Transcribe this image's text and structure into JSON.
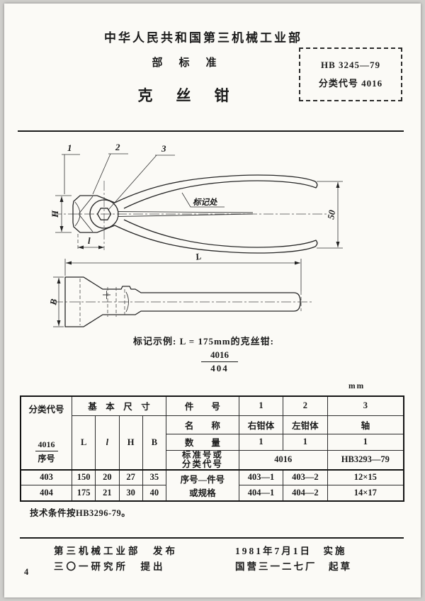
{
  "page": {
    "number": "4"
  },
  "header": {
    "line1": "中华人民共和国第三机械工业部",
    "line2": "部　标　准",
    "title": "克　丝　钳",
    "standard_box": {
      "code": "HB 3245—79",
      "class_label": "分类代号 4016"
    }
  },
  "drawing": {
    "part1": "1",
    "part2": "2",
    "part3": "3",
    "dim_H": "H",
    "dim_l": "l",
    "dim_50": "50",
    "marking_note": "标记处",
    "dim_L": "L",
    "dim_B": "B"
  },
  "marking_example": {
    "text": "标记示例: L = 175mm的克丝钳:",
    "fraction_top": "4016",
    "fraction_bottom": "404"
  },
  "table": {
    "unit": "mm",
    "left": {
      "col1_title": "分类代号",
      "col1_frac_top": "4016",
      "col1_frac_bottom": "序号",
      "group_header": "基　本　尺　寸",
      "dims": [
        "L",
        "l",
        "H",
        "B"
      ],
      "rows": [
        {
          "code": "403",
          "L": "150",
          "l": "20",
          "H": "27",
          "B": "35"
        },
        {
          "code": "404",
          "L": "175",
          "l": "21",
          "H": "30",
          "B": "40"
        }
      ]
    },
    "right": {
      "row_part": {
        "label": "件　　号",
        "c1": "1",
        "c2": "2",
        "c3": "3"
      },
      "row_name": {
        "label": "名　　称",
        "c1": "右钳体",
        "c2": "左钳体",
        "c3": "轴"
      },
      "row_qty": {
        "label": "数　　量",
        "c1": "1",
        "c2": "1",
        "c3": "1"
      },
      "row_std": {
        "label1": "标准号或",
        "label2": "分类代号",
        "c12": "4016",
        "c3": "HB3293—79"
      },
      "spec_label1": "序号—件号",
      "spec_label2": "或规格",
      "spec_rows": [
        {
          "c1": "403—1",
          "c2": "403—2",
          "c3": "12×15"
        },
        {
          "c1": "404—1",
          "c2": "404—2",
          "c3": "14×17"
        }
      ]
    }
  },
  "note": {
    "text": "技术条件按HB3296-79。"
  },
  "footer": {
    "left1": "第三机械工业部　发布",
    "left2": "三〇一研究所　提出",
    "right1": "1981年7月1日　实施",
    "right2": "国营三一二七厂　起草"
  }
}
